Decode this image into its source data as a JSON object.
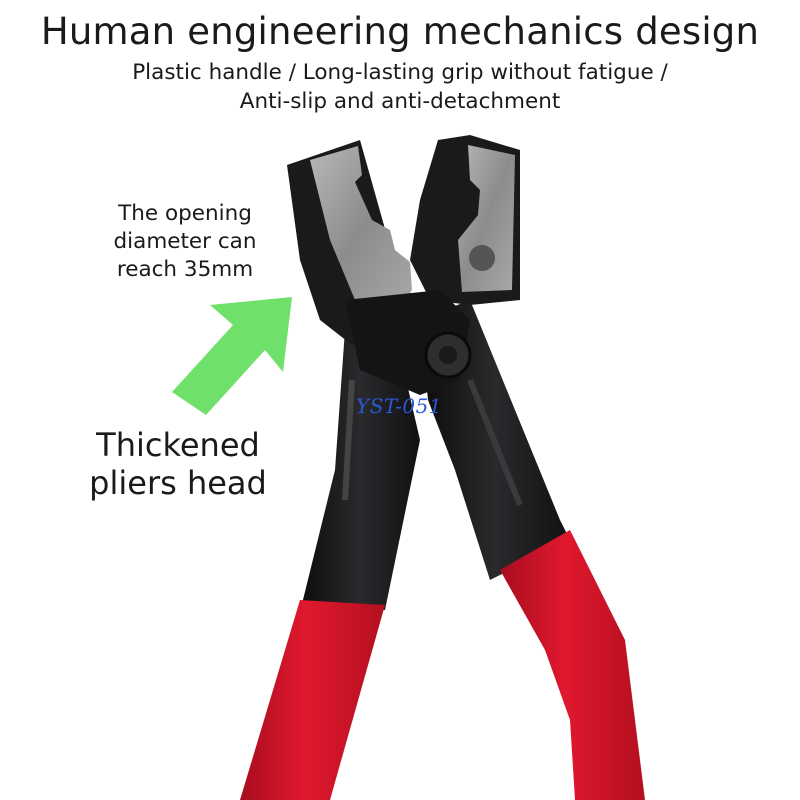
{
  "headline": "Human engineering mechanics design",
  "subline_1": "Plastic handle / Long-lasting grip without fatigue /",
  "subline_2": "Anti-slip and anti-detachment",
  "opening_note": [
    "The opening",
    "diameter can",
    "reach 35mm"
  ],
  "head_callout": [
    "Thickened",
    "pliers head"
  ],
  "watermark": "YST-051",
  "colors": {
    "background": "#ffffff",
    "text": "#1a1a1a",
    "arrow": "#6fe06a",
    "handle_grip": "#d8142a",
    "steel_body": "#1c1c1e",
    "jaw_metal": "#9a9a9a",
    "watermark": "#2a58d6"
  },
  "icons": {
    "pointer": "arrow-up-right-icon"
  }
}
